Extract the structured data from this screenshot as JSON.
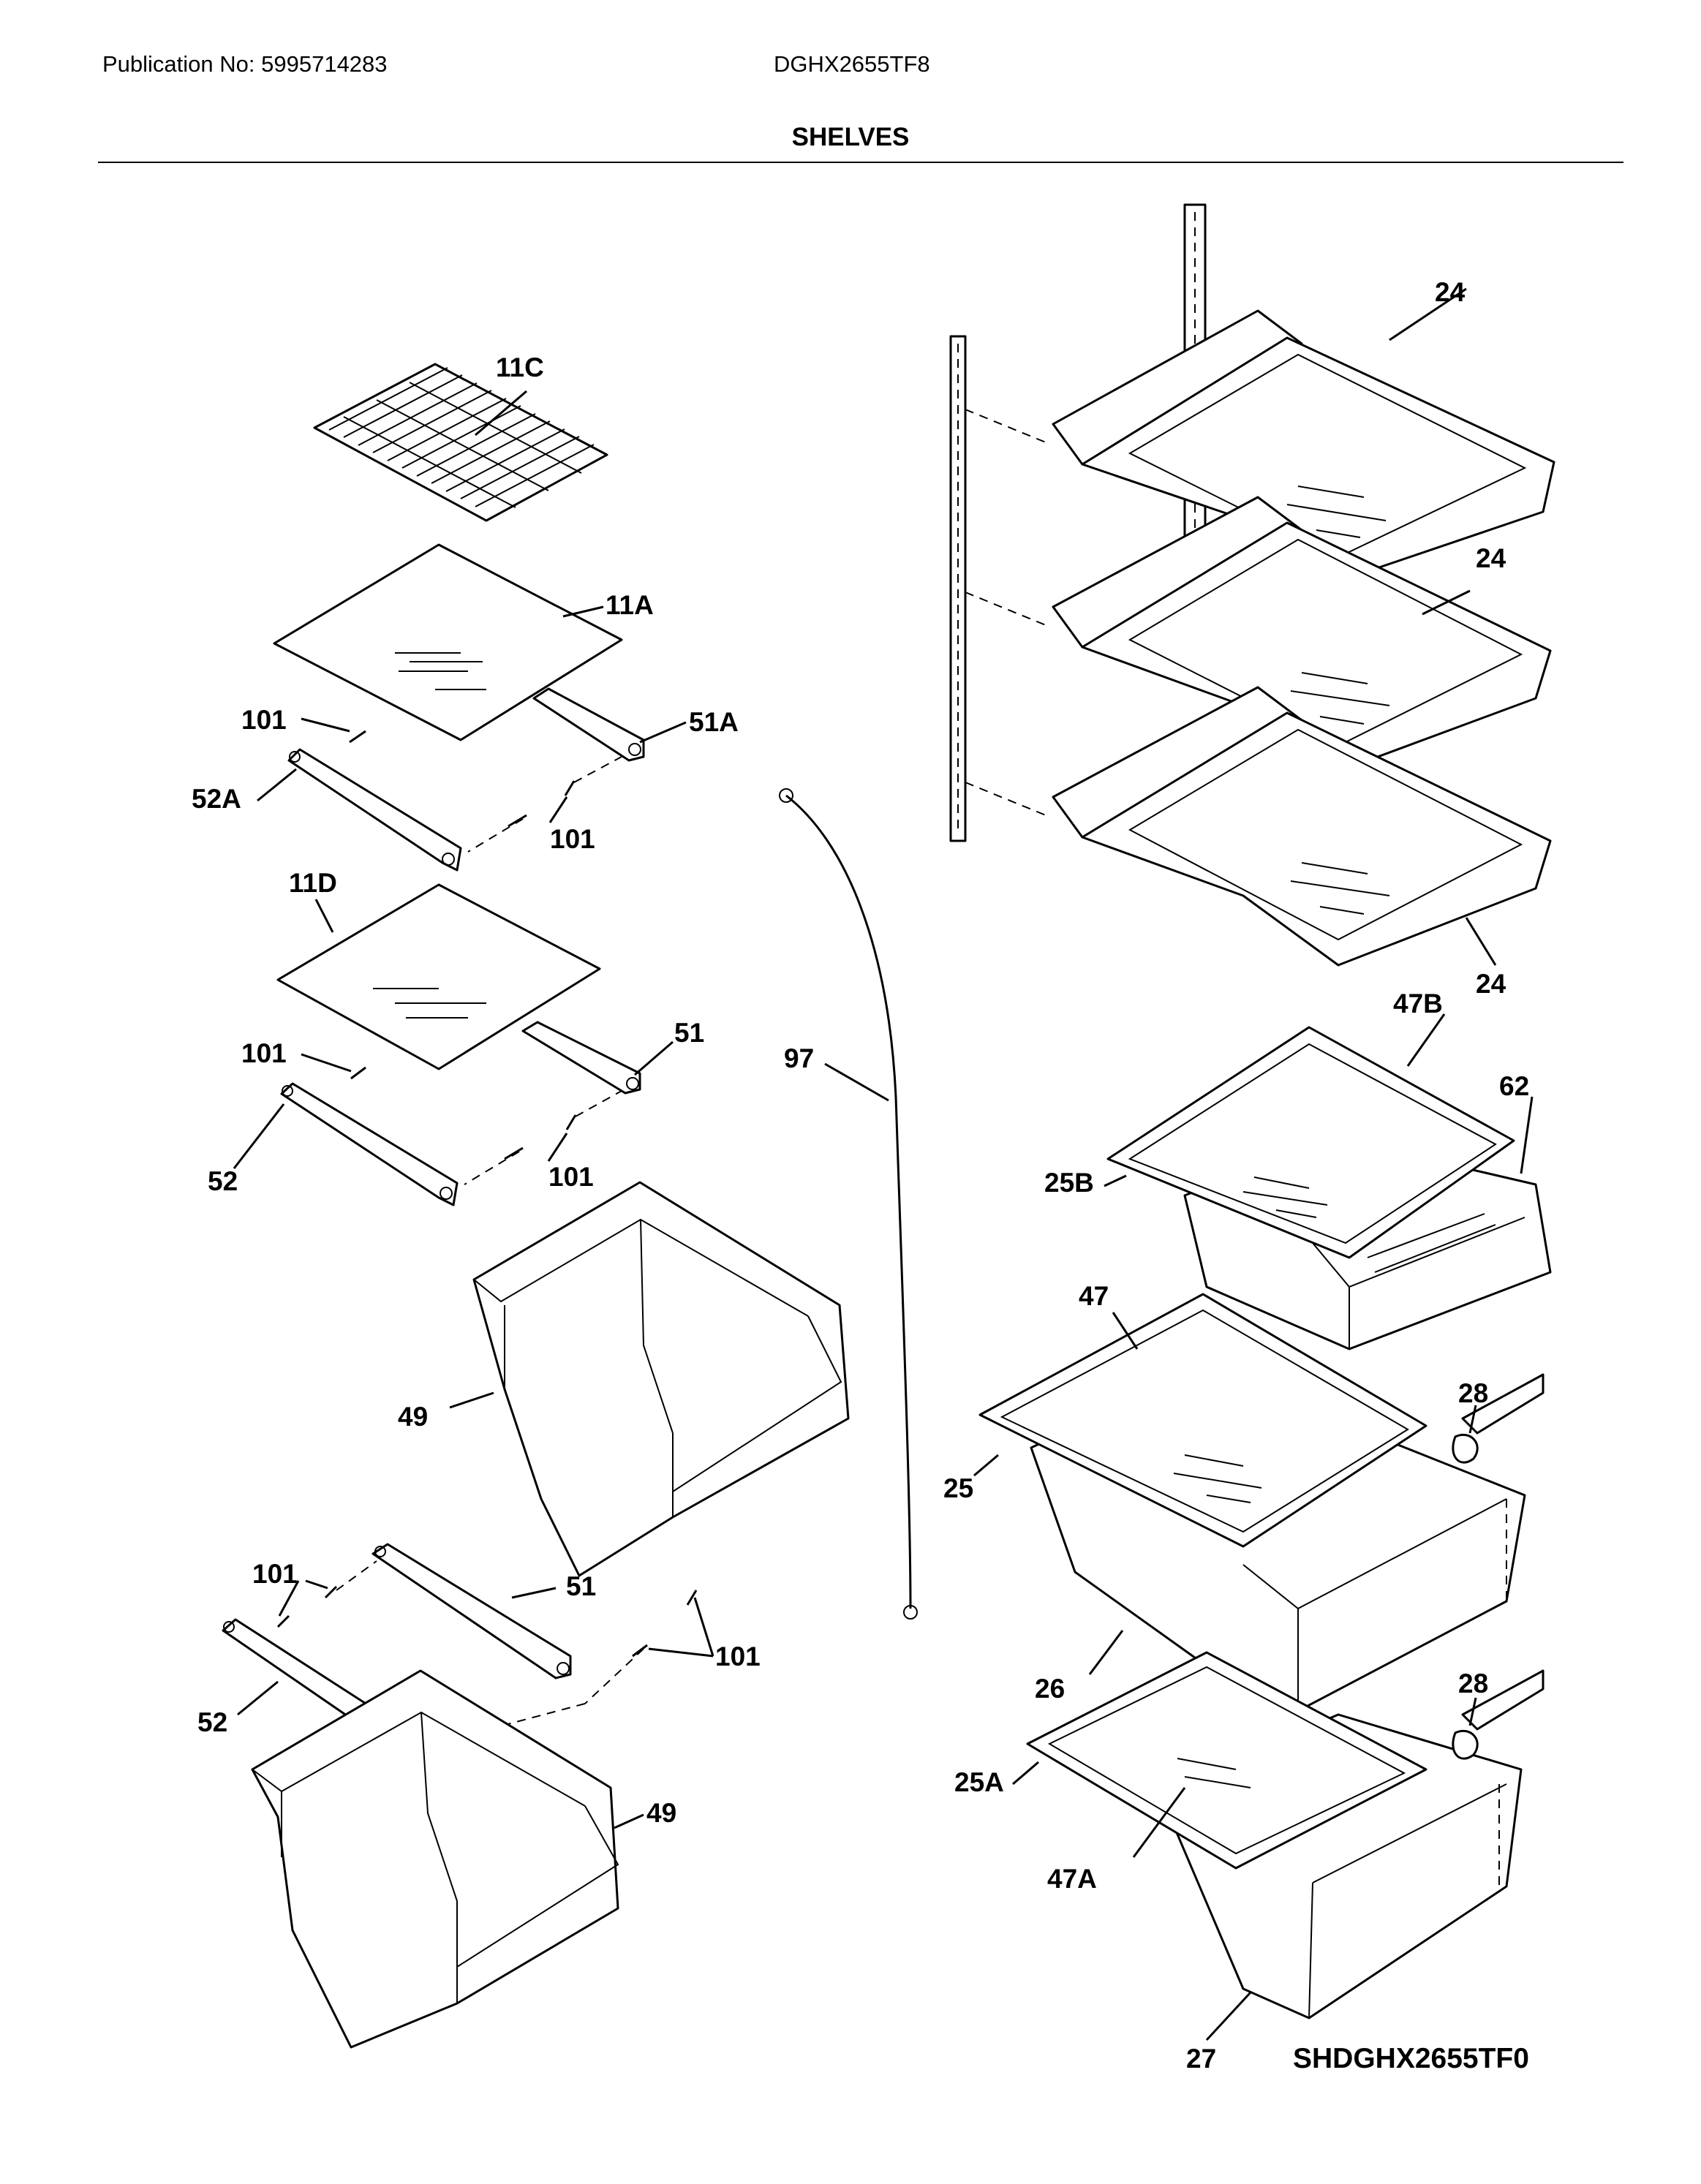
{
  "header": {
    "publication": "Publication No: 5995714283",
    "model": "DGHX2655TF8",
    "section_title": "SHELVES"
  },
  "diagram": {
    "callouts": {
      "c_11c": "11C",
      "c_11a": "11A",
      "c_101_a": "101",
      "c_51a": "51A",
      "c_52a": "52A",
      "c_101_b": "101",
      "c_11d": "11D",
      "c_101_c": "101",
      "c_51_a": "51",
      "c_52_a": "52",
      "c_101_d": "101",
      "c_97": "97",
      "c_49_a": "49",
      "c_101_e": "101",
      "c_51_b": "51",
      "c_101_f": "101",
      "c_52_b": "52",
      "c_49_b": "49",
      "c_24_a": "24",
      "c_24_b": "24",
      "c_24_c": "24",
      "c_47b": "47B",
      "c_62": "62",
      "c_25b": "25B",
      "c_47": "47",
      "c_28_a": "28",
      "c_25": "25",
      "c_26": "26",
      "c_28_b": "28",
      "c_25a": "25A",
      "c_47a": "47A",
      "c_27": "27"
    },
    "figure_code": "SHDGHX2655TF0"
  }
}
